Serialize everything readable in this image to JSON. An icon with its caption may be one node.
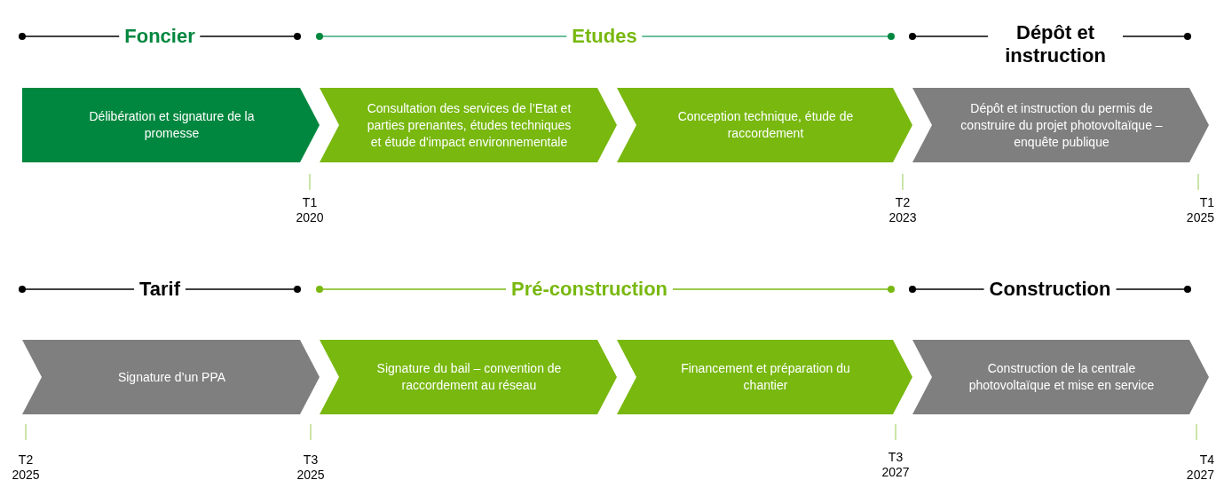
{
  "diagram": {
    "nodes": [
      {
        "text": [
          "Délibération et signature de la promesse"
        ]
      },
      {
        "text": [
          "Consultation des services de l’Etat et parties prenantes, études techniques et étude d'impact environnementale"
        ]
      },
      {
        "text": [
          "Conception technique, étude de raccordement"
        ]
      },
      {
        "text": [
          "Dépôt et instruction du permis de construire du projet photovoltaïque – enquête publique"
        ]
      },
      {
        "text": [
          "Signature d’un PPA"
        ]
      },
      {
        "text": [
          "Signature du bail – convention de raccordement au réseau"
        ]
      },
      {
        "text": [
          "Financement et préparation du chantier"
        ]
      },
      {
        "text": [
          "Construction de la centrale photovoltaïque et mise en service"
        ]
      }
    ],
    "labels": [
      "Foncier",
      "Etudes",
      "Dépôt et instruction",
      "T1 2020",
      "T2 2023",
      "T1 2025",
      "Tarif",
      "Pré-construction",
      "Construction",
      "T2 2025",
      "T3 2025",
      "T3 2027",
      "T4 2027"
    ]
  }
}
